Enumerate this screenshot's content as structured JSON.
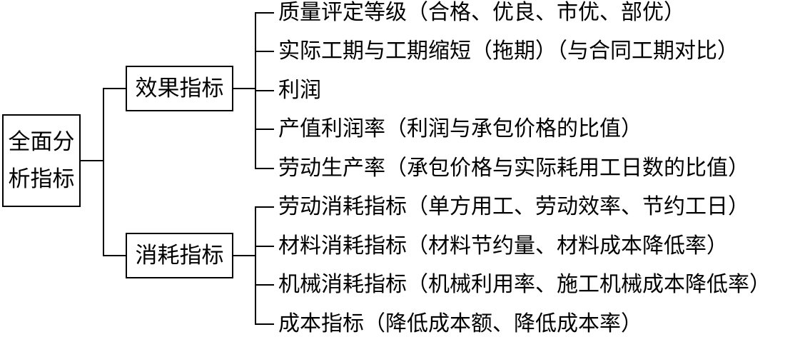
{
  "root": {
    "label_line1": "全面分",
    "label_line2": "析指标"
  },
  "branches": [
    {
      "label": "效果指标",
      "items": [
        "质量评定等级（合格、优良、市优、部优）",
        "实际工期与工期缩短（拖期）（与合同工期对比）",
        "利润",
        "产值利润率（利润与承包价格的比值）",
        "劳动生产率（承包价格与实际耗用工日数的比值）"
      ]
    },
    {
      "label": "消耗指标",
      "items": [
        "劳动消耗指标（单方用工、劳动效率、节约工日）",
        "材料消耗指标（材料节约量、材料成本降低率）",
        "机械消耗指标（机械利用率、施工机械成本降低率）",
        "成本指标（降低成本额、降低成本率）"
      ]
    }
  ]
}
